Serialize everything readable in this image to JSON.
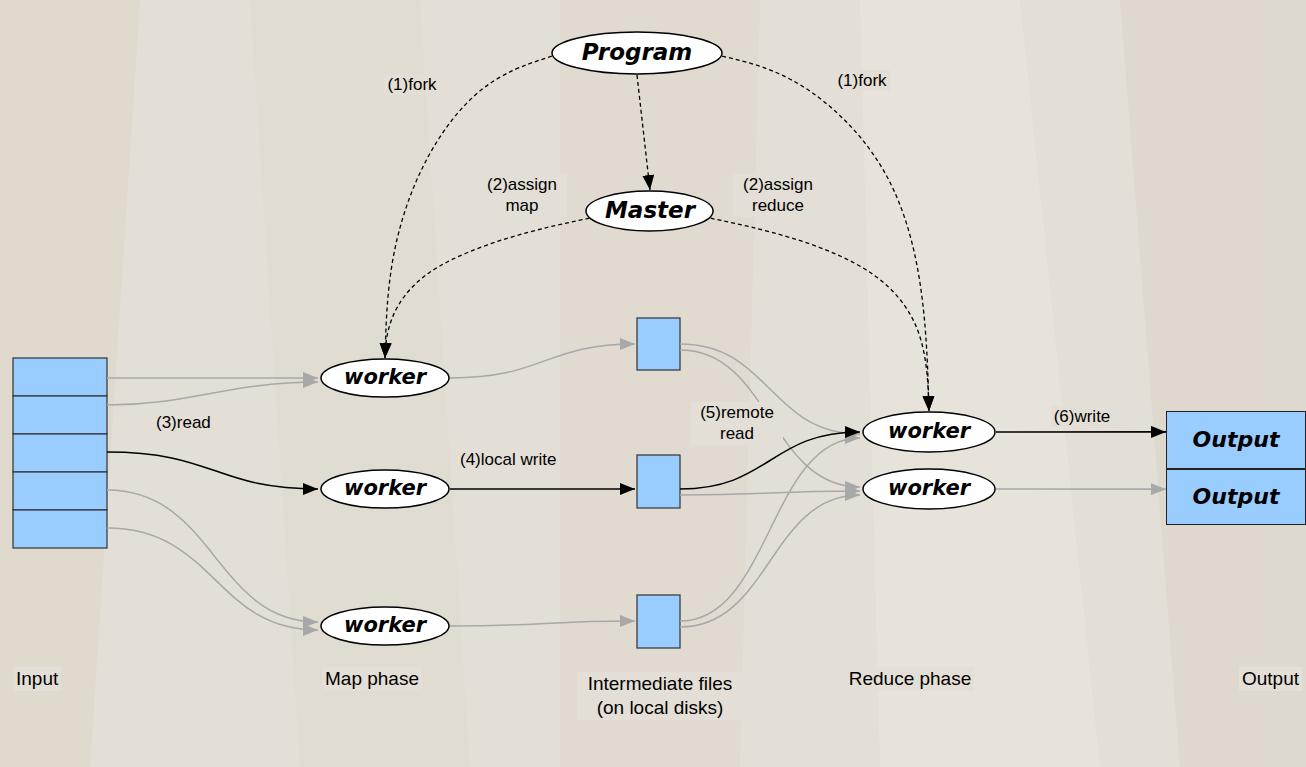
{
  "diagram": {
    "nodes": [
      {
        "text": [
          "Program"
        ]
      },
      {
        "text": [
          "Master"
        ]
      },
      {
        "text": [
          "worker"
        ]
      },
      {
        "text": [
          "worker"
        ]
      },
      {
        "text": [
          "worker"
        ]
      },
      {
        "text": [
          "worker"
        ]
      },
      {
        "text": [
          "worker"
        ]
      },
      {
        "text": [
          "Output"
        ]
      },
      {
        "text": [
          "Output"
        ]
      }
    ],
    "edges": [
      {
        "from": 0,
        "to": 2,
        "arrow": "to",
        "label": "(1)fork"
      },
      {
        "from": 0,
        "to": 1,
        "arrow": "to"
      },
      {
        "from": 0,
        "to": 5,
        "arrow": "to",
        "label": "(1)fork"
      },
      {
        "from": 1,
        "to": 2,
        "arrow": "to",
        "label": "(2)assign map"
      },
      {
        "from": 1,
        "to": 5,
        "arrow": "to",
        "label": "(2)assign reduce"
      },
      {
        "from": 5,
        "to": 7,
        "arrow": "to",
        "label": "(6)write"
      },
      {
        "from": 6,
        "to": 8,
        "arrow": "to"
      }
    ],
    "labels": [
      "(3)read",
      "(4)local write",
      "(5)remote read",
      "Input",
      "Map phase",
      "Intermediate files (on local disks)",
      "Reduce phase",
      "Output"
    ]
  }
}
